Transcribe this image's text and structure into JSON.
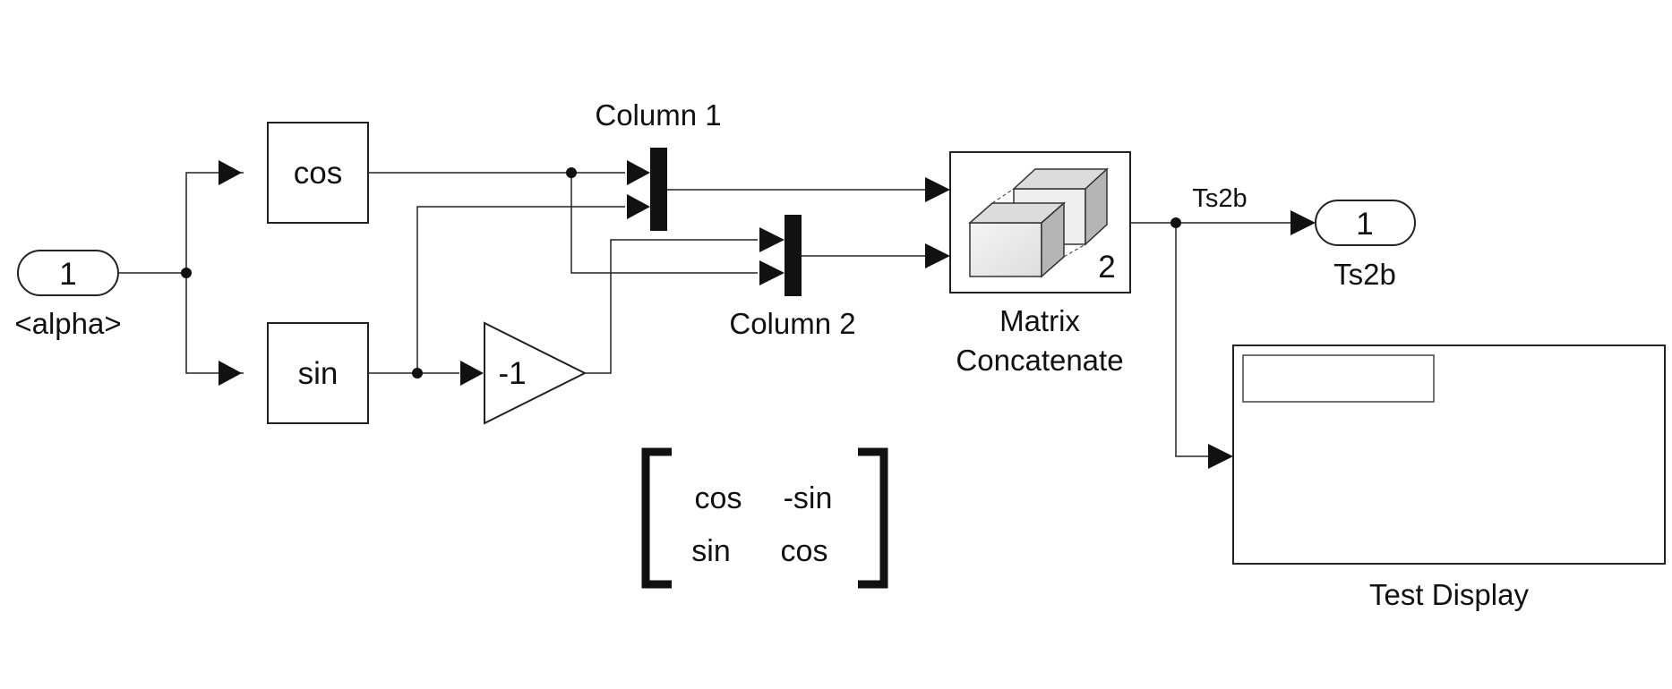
{
  "inport": {
    "number": "1",
    "label": "<alpha>"
  },
  "blocks": {
    "cos": "cos",
    "sin": "sin",
    "gain": "-1"
  },
  "mux1": {
    "label": "Column 1"
  },
  "mux2": {
    "label": "Column 2"
  },
  "concat": {
    "value": "2",
    "label_line1": "Matrix",
    "label_line2": "Concatenate"
  },
  "signal": {
    "label": "Ts2b"
  },
  "outport": {
    "number": "1",
    "label": "Ts2b"
  },
  "display": {
    "label": "Test Display",
    "value": ""
  },
  "matrix": {
    "row1": [
      "cos",
      "-sin"
    ],
    "row2": [
      "sin",
      "cos"
    ]
  },
  "colors": {
    "line": "#222222",
    "fill": "#ffffff",
    "cube_front": "#eeeeee",
    "cube_side": "#b8b8b8"
  }
}
